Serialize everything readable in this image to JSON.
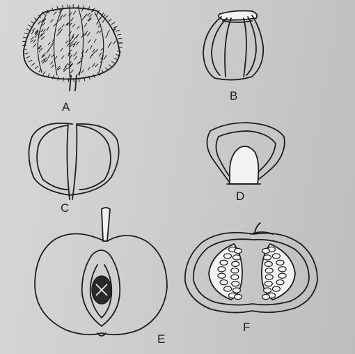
{
  "figure": {
    "labels": {
      "a": "A",
      "b": "B",
      "c": "C",
      "d": "D",
      "e": "E",
      "f": "F"
    }
  },
  "colors": {
    "ink": "#1e1e1e",
    "paper": "#d2d2d0",
    "fruit_fill": "#f2f2f0"
  }
}
